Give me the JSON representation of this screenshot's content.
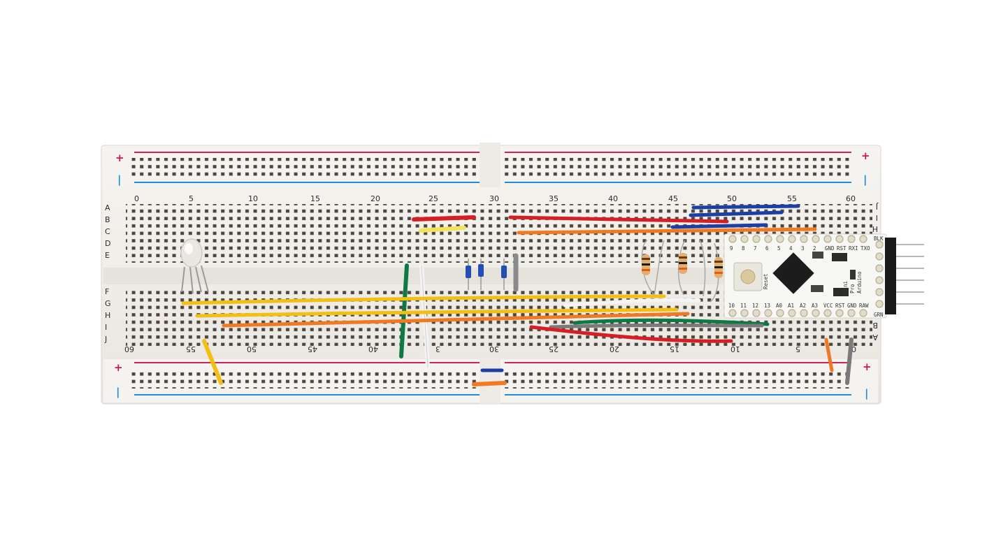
{
  "breadboard": {
    "top_numbers": [
      "0",
      "5",
      "10",
      "15",
      "20",
      "25",
      "30",
      "35",
      "40",
      "45",
      "50",
      "55",
      "60"
    ],
    "bottom_numbers": [
      "60",
      "55",
      "50",
      "45",
      "40",
      "3",
      "30",
      "25",
      "20",
      "15",
      "10",
      "5",
      "0"
    ],
    "rows_left_top": [
      "A",
      "B",
      "C",
      "D",
      "E"
    ],
    "rows_left_bottom": [
      "F",
      "G",
      "H",
      "I",
      "J"
    ],
    "rows_right_top": [
      "J",
      "I",
      "H"
    ],
    "rows_right_bottom": [
      "B",
      "A"
    ],
    "rail_plus": "+",
    "rail_minus": "|"
  },
  "board": {
    "top_pins": [
      "9",
      "8",
      "7",
      "6",
      "5",
      "4",
      "3",
      "2",
      "GND",
      "RST",
      "RXI",
      "TXO"
    ],
    "bottom_pins": [
      "10",
      "11",
      "12",
      "13",
      "A0",
      "A1",
      "A2",
      "A3",
      "VCC",
      "RST",
      "GND",
      "RAW"
    ],
    "reset_label": "Reset",
    "name_lines": [
      "Arduino",
      "Pro",
      "Mini"
    ],
    "header_top": "BLK",
    "header_bottom": "GRN"
  },
  "colors": {
    "rail_red": "#d3205a",
    "rail_blue": "#1f8ed6",
    "board_bg": "#f2f0ec",
    "pcb": "#f7f7f4",
    "wire_red": "#d51f24",
    "wire_blue": "#1d3ea5",
    "wire_orange": "#f07a24",
    "wire_yellow": "#f2bf12",
    "wire_green": "#0d7a45",
    "wire_gray": "#7a7a7a",
    "wire_white": "#f4f4f4"
  }
}
